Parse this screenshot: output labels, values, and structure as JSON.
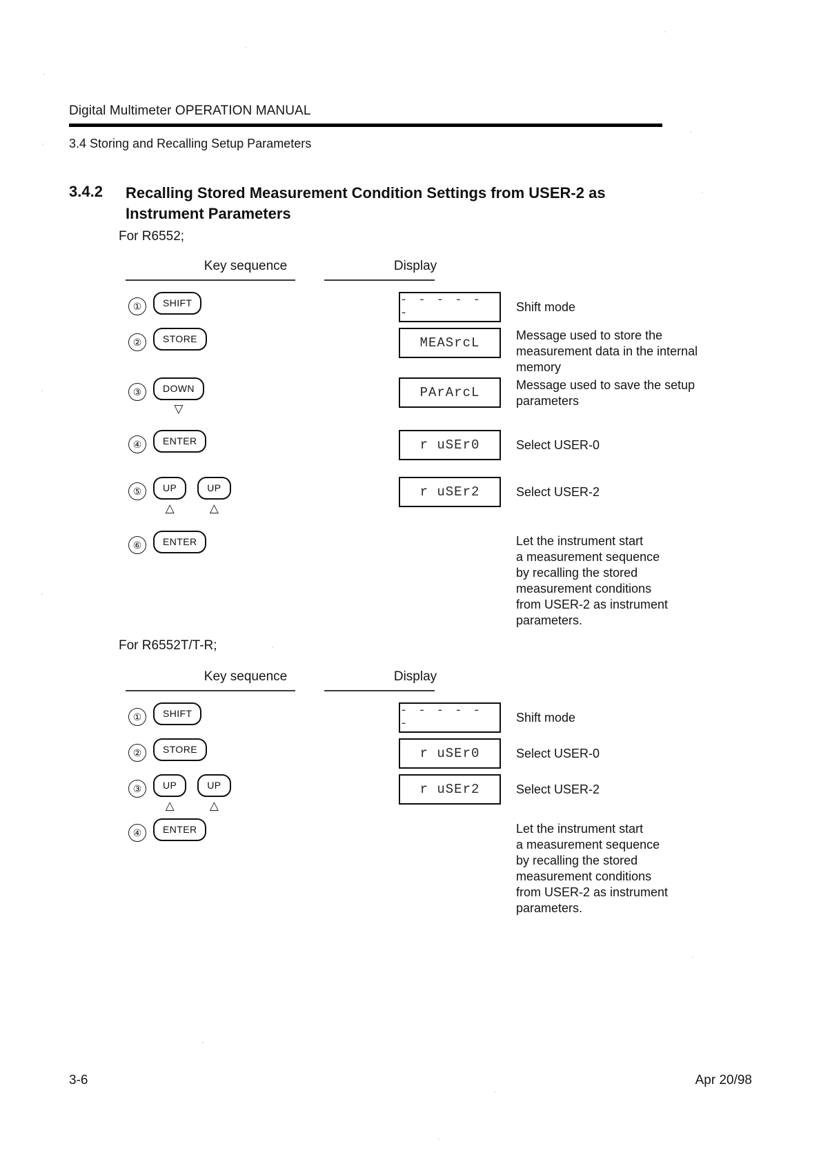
{
  "header": {
    "manual_title": "Digital Multimeter OPERATION MANUAL",
    "section_line": "3.4 Storing and Recalling Setup Parameters"
  },
  "section": {
    "number": "3.4.2",
    "title": "Recalling Stored Measurement Condition Settings from USER-2 as Instrument Parameters"
  },
  "columns": {
    "key_sequence": "Key sequence",
    "display": "Display"
  },
  "procedures": [
    {
      "model_label": "For R6552;",
      "steps": [
        {
          "num": "①",
          "keys": [
            {
              "label": "SHIFT",
              "arrow": ""
            }
          ],
          "display": "- - - - - -",
          "display_kind": "dashes",
          "description": "Shift mode"
        },
        {
          "num": "②",
          "keys": [
            {
              "label": "STORE",
              "arrow": ""
            }
          ],
          "display": "MEASrcL",
          "display_kind": "text",
          "description": "Message used to store the\nmeasurement data in the internal\n memory"
        },
        {
          "num": "③",
          "keys": [
            {
              "label": "DOWN",
              "arrow": "▽"
            }
          ],
          "display": "PArArcL",
          "display_kind": "text",
          "description": "Message used to save the setup\n parameters"
        },
        {
          "num": "④",
          "keys": [
            {
              "label": "ENTER",
              "arrow": ""
            }
          ],
          "display": "r uSEr0",
          "display_kind": "text",
          "description": "Select USER-0"
        },
        {
          "num": "⑤",
          "keys": [
            {
              "label": "UP",
              "arrow": "△"
            },
            {
              "label": "UP",
              "arrow": "△"
            }
          ],
          "display": "r uSEr2",
          "display_kind": "text",
          "description": "Select USER-2"
        },
        {
          "num": "⑥",
          "keys": [
            {
              "label": "ENTER",
              "arrow": ""
            }
          ],
          "display": "",
          "display_kind": "none",
          "description": "Let the instrument start\na measurement sequence\nby recalling the stored\nmeasurement conditions\nfrom USER-2 as instrument\nparameters."
        }
      ]
    },
    {
      "model_label": "For R6552T/T-R;",
      "steps": [
        {
          "num": "①",
          "keys": [
            {
              "label": "SHIFT",
              "arrow": ""
            }
          ],
          "display": "- - - - - -",
          "display_kind": "dashes",
          "description": "Shift mode"
        },
        {
          "num": "②",
          "keys": [
            {
              "label": "STORE",
              "arrow": ""
            }
          ],
          "display": "r uSEr0",
          "display_kind": "text",
          "description": "Select USER-0"
        },
        {
          "num": "③",
          "keys": [
            {
              "label": "UP",
              "arrow": "△"
            },
            {
              "label": "UP",
              "arrow": "△"
            }
          ],
          "display": "r uSEr2",
          "display_kind": "text",
          "description": "Select USER-2"
        },
        {
          "num": "④",
          "keys": [
            {
              "label": "ENTER",
              "arrow": ""
            }
          ],
          "display": "",
          "display_kind": "none",
          "description": "Let the instrument start\na measurement sequence\nby recalling the stored\nmeasurement conditions\nfrom USER-2 as instrument\nparameters."
        }
      ]
    }
  ],
  "footer": {
    "page_number": "3-6",
    "date": "Apr 20/98"
  }
}
